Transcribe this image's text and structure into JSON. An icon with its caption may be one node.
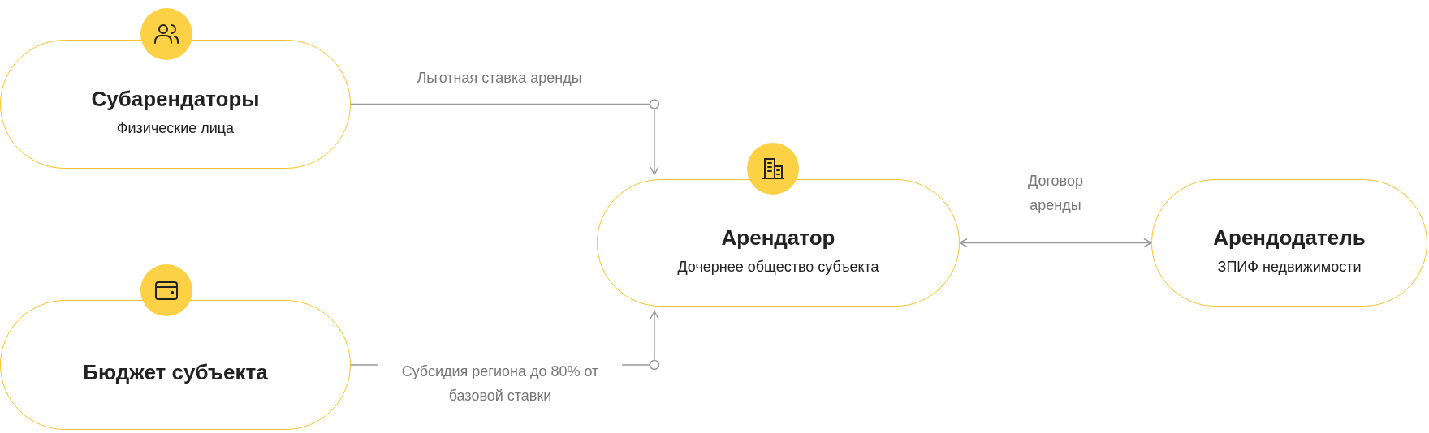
{
  "diagram": {
    "nodes": [
      {
        "text": [
          "Субарендаторы",
          "Физические лица"
        ]
      },
      {
        "text": [
          "Бюджет субъекта"
        ]
      },
      {
        "text": [
          "Арендатор",
          "Дочернее общество субъекта"
        ]
      },
      {
        "text": [
          "Арендодатель",
          "ЗПИФ недвижимости"
        ]
      }
    ],
    "edges": [
      {
        "from": 0,
        "to": 2,
        "arrow": "to",
        "label": "Льготная ставка аренды"
      },
      {
        "from": 1,
        "to": 2,
        "arrow": "to",
        "label": "Субсидия региона до 80% от базовой ставки"
      },
      {
        "from": 2,
        "to": 3,
        "arrow": "both",
        "label": "Договор аренды"
      }
    ]
  }
}
